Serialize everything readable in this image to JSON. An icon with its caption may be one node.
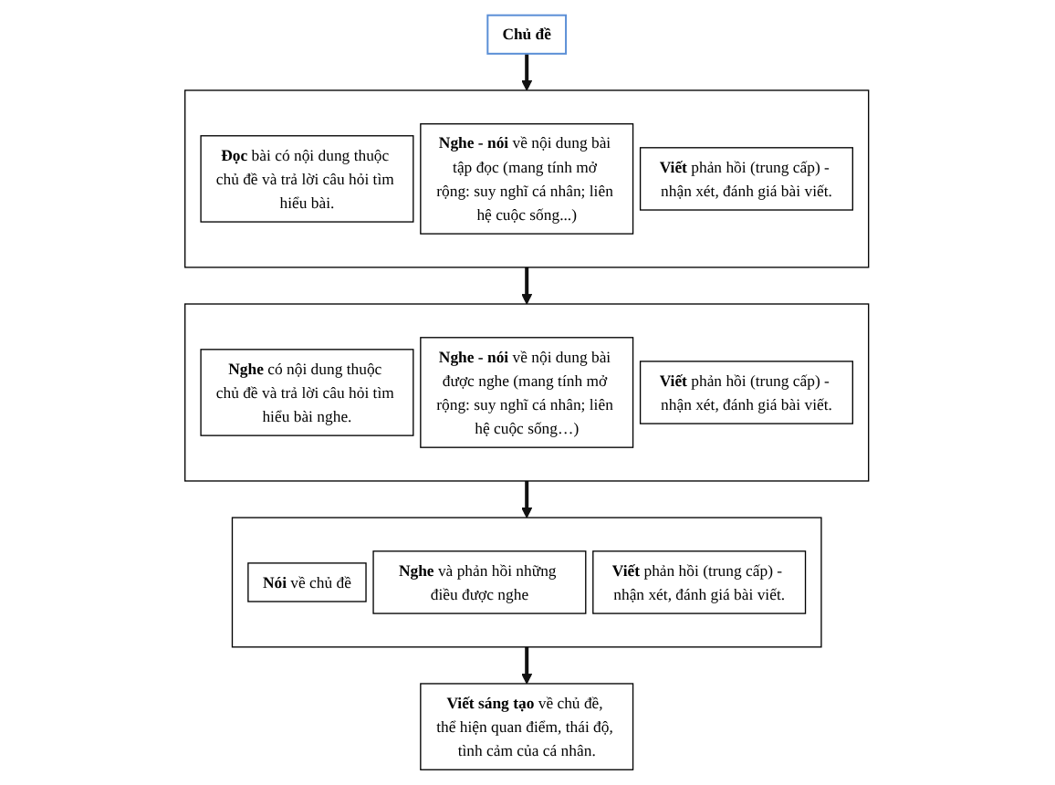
{
  "diagram": {
    "nodes": [
      {
        "text": [
          "Chủ đề"
        ]
      },
      {
        "text": [],
        "shape": "box"
      },
      {
        "text": [
          "**Đọc** bài có nội dung thuộc chủ đề và trả lời câu hỏi tìm hiểu bài."
        ],
        "in": 1
      },
      {
        "text": [
          "**Nghe - nói** về nội dung bài tập đọc (mang tính mở rộng: suy nghĩ cá nhân; liên hệ cuộc sống...)"
        ],
        "in": 1
      },
      {
        "text": [
          "**Viết** phản hồi (trung cấp) - nhận xét, đánh giá bài viết."
        ],
        "in": 1
      },
      {
        "text": [],
        "shape": "box"
      },
      {
        "text": [
          "**Nghe** có nội dung thuộc chủ đề và trả lời câu hỏi tìm hiểu bài nghe."
        ],
        "in": 5
      },
      {
        "text": [
          "**Nghe - nói** về nội dung bài được nghe (mang tính mở rộng: suy nghĩ cá nhân; liên hệ cuộc sống…)"
        ],
        "in": 5
      },
      {
        "text": [
          "**Viết** phản hồi (trung cấp) - nhận xét, đánh giá bài viết."
        ],
        "in": 5
      },
      {
        "text": [],
        "shape": "box"
      },
      {
        "text": [
          "**Nói** về chủ đề"
        ],
        "in": 9
      },
      {
        "text": [
          "**Nghe** và phản hồi những điều được nghe"
        ],
        "in": 9
      },
      {
        "text": [
          "**Viết** phản hồi (trung cấp) - nhận xét, đánh giá bài viết."
        ],
        "in": 9
      },
      {
        "text": [
          "**Viết sáng tạo** về chủ đề, thể hiện quan điểm, thái độ, tình cảm của cá nhân."
        ]
      }
    ],
    "edges": [
      {
        "from": 0,
        "to": 1,
        "arrow": "to"
      },
      {
        "from": 1,
        "to": 5,
        "arrow": "to"
      },
      {
        "from": 5,
        "to": 9,
        "arrow": "to"
      },
      {
        "from": 9,
        "to": 13,
        "arrow": "to"
      }
    ]
  }
}
